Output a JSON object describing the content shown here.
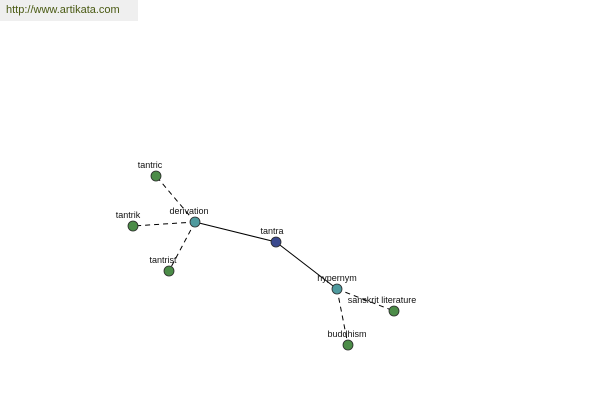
{
  "banner": {
    "url_text": "http://www.artikata.com"
  },
  "colors": {
    "root_node": "#3b4a8f",
    "relation_node": "#4f9a9e",
    "leaf_node": "#4c8c48",
    "url_text": "#4a5a13"
  },
  "graph": {
    "nodes": [
      {
        "id": "tantra",
        "label": "tantra",
        "kind": "root"
      },
      {
        "id": "derivation",
        "label": "derivation",
        "kind": "relation"
      },
      {
        "id": "hypernym",
        "label": "hypernym",
        "kind": "relation"
      },
      {
        "id": "tantric",
        "label": "tantric",
        "kind": "leaf"
      },
      {
        "id": "tantrik",
        "label": "tantrik",
        "kind": "leaf"
      },
      {
        "id": "tantrist",
        "label": "tantrist",
        "kind": "leaf"
      },
      {
        "id": "sanskrit-literature",
        "label": "sanskrit literature",
        "kind": "leaf"
      },
      {
        "id": "buddhism",
        "label": "buddhism",
        "kind": "leaf"
      }
    ],
    "edges": [
      {
        "from": "tantra",
        "to": "derivation",
        "style": "solid"
      },
      {
        "from": "tantra",
        "to": "hypernym",
        "style": "solid"
      },
      {
        "from": "derivation",
        "to": "tantric",
        "style": "dashed"
      },
      {
        "from": "derivation",
        "to": "tantrik",
        "style": "dashed"
      },
      {
        "from": "derivation",
        "to": "tantrist",
        "style": "dashed"
      },
      {
        "from": "hypernym",
        "to": "sanskrit-literature",
        "style": "dashed"
      },
      {
        "from": "hypernym",
        "to": "buddhism",
        "style": "dashed"
      }
    ]
  }
}
